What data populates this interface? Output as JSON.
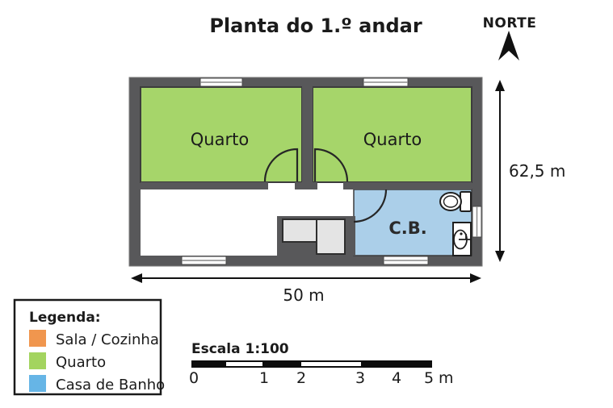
{
  "title": "Planta do 1.º andar",
  "north_label": "NORTE",
  "plan": {
    "room_left_label": "Quarto",
    "room_right_label": "Quarto",
    "bathroom_label": "C.B.",
    "height_dim": "62,5 m",
    "width_dim": "50 m"
  },
  "legend": {
    "title": "Legenda:",
    "items": [
      {
        "label": "Sala / Cozinha",
        "color": "#F0964E"
      },
      {
        "label": "Quarto",
        "color": "#A3D45F"
      },
      {
        "label": "Casa de Banho",
        "color": "#66B5E6"
      }
    ]
  },
  "scale": {
    "title": "Escala 1:100",
    "ticks": [
      "0",
      "1",
      "2",
      "3",
      "4",
      "5"
    ],
    "unit": "m"
  },
  "colors": {
    "wall": "#58585A",
    "room_green": "#A6D56A",
    "bathroom_blue": "#ABCFE9",
    "stair_gray": "#E4E4E4",
    "white": "#FFFFFF",
    "black": "#111111"
  }
}
